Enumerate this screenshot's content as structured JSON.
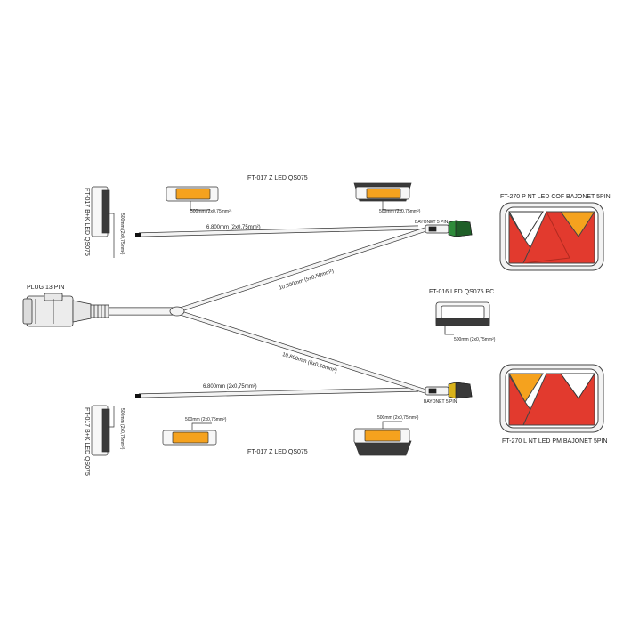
{
  "diagram": {
    "colors": {
      "cable": "#f4f4f4",
      "outline": "#333333",
      "amber": "#f5a21e",
      "red": "#e23a2e",
      "white_lens": "#ffffff",
      "dark_housing": "#3a3a3a",
      "green_connector": "#2e8b3a",
      "yellow_connector": "#d9b21a"
    },
    "labels": {
      "marker_top_left": "FT-017 B+K LED QS075",
      "marker_bottom_left": "FT-017 B+K LED QS075",
      "marker_top_left_small": "500mm (2x0,75mm²)",
      "marker_bottom_left_small": "500mm (2x0,75mm²)",
      "plug": "PLUG 13 PIN",
      "top_marker_title": "FT-017 Z LED  QS075",
      "bottom_marker_title": "FT-017 Z LED  QS075",
      "top_marker_small_1": "500mm (2x0,75mm²)",
      "top_marker_small_2": "500mm (2x0,75mm²)",
      "bottom_marker_small_1": "500mm (2x0,75mm²)",
      "bottom_marker_small_2": "500mm (2x0,75mm²)",
      "cable_top": "6.800mm  (2x0,75mm²)",
      "cable_bottom": "6.800mm  (2x0,75mm²)",
      "cable_diag_top": "10.800mm  (5x0,50mm²)",
      "cable_diag_bottom": "10.800mm  (6x0,50mm²)",
      "bayonet_top": "BAYONET 5 PIN",
      "bayonet_bottom": "BAYONET 5 PIN",
      "lamp_right_top": "FT-270 P NT LED COF BAJONET 5PIN",
      "lamp_right_bottom": "FT-270 L NT LED PM BAJONET 5PIN",
      "plate_lamp": "FT-016 LED QS075 PC",
      "plate_lamp_small": "500mm (2x0,75mm²)"
    },
    "icons": {
      "plug": "trailer-plug-icon",
      "bayonet_top": "bayonet-connector-green-icon",
      "bayonet_bottom": "bayonet-connector-yellow-icon",
      "rear_lamp_top": "rear-combination-lamp-icon",
      "rear_lamp_bottom": "rear-combination-lamp-icon",
      "plate_lamp": "license-plate-lamp-icon",
      "marker": "side-marker-lamp-icon"
    }
  }
}
